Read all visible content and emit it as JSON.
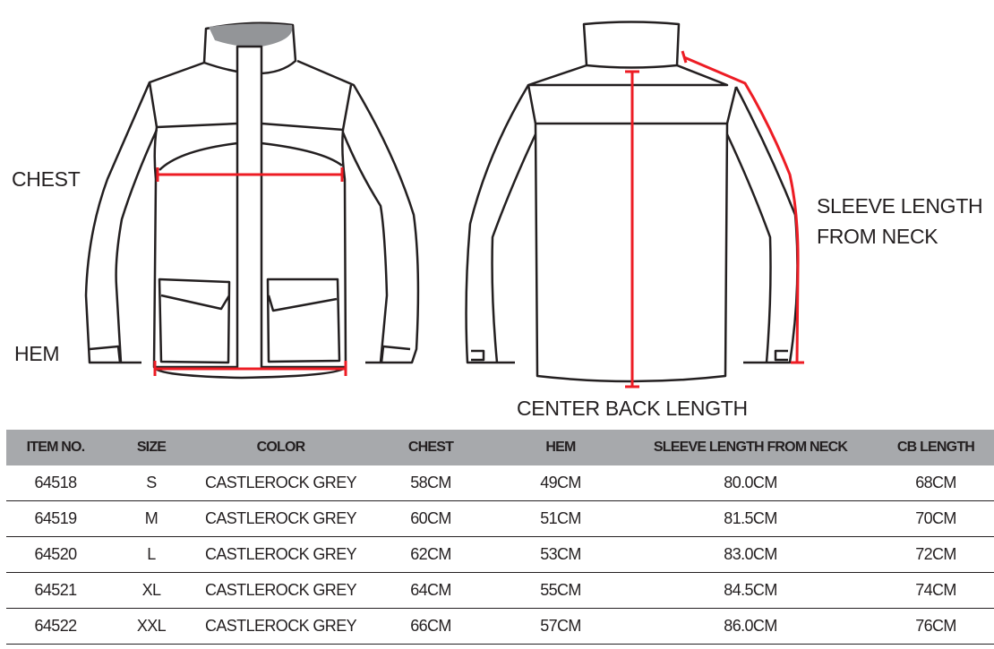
{
  "labels": {
    "chest": "CHEST",
    "hem": "HEM",
    "sleeve_line1": "SLEEVE LENGTH",
    "sleeve_line2": "FROM NECK",
    "center_back": "CENTER BACK LENGTH"
  },
  "colors": {
    "measure": "#ed1c24",
    "header_bg": "#a7a9ac",
    "collar": "#939598"
  },
  "table": {
    "headers": [
      "ITEM NO.",
      "SIZE",
      "COLOR",
      "CHEST",
      "HEM",
      "SLEEVE LENGTH FROM NECK",
      "CB LENGTH"
    ],
    "rows": [
      [
        "64518",
        "S",
        "CASTLEROCK GREY",
        "58CM",
        "49CM",
        "80.0CM",
        "68CM"
      ],
      [
        "64519",
        "M",
        "CASTLEROCK GREY",
        "60CM",
        "51CM",
        "81.5CM",
        "70CM"
      ],
      [
        "64520",
        "L",
        "CASTLEROCK GREY",
        "62CM",
        "53CM",
        "83.0CM",
        "72CM"
      ],
      [
        "64521",
        "XL",
        "CASTLEROCK GREY",
        "64CM",
        "55CM",
        "84.5CM",
        "74CM"
      ],
      [
        "64522",
        "XXL",
        "CASTLEROCK GREY",
        "66CM",
        "57CM",
        "86.0CM",
        "76CM"
      ]
    ]
  }
}
